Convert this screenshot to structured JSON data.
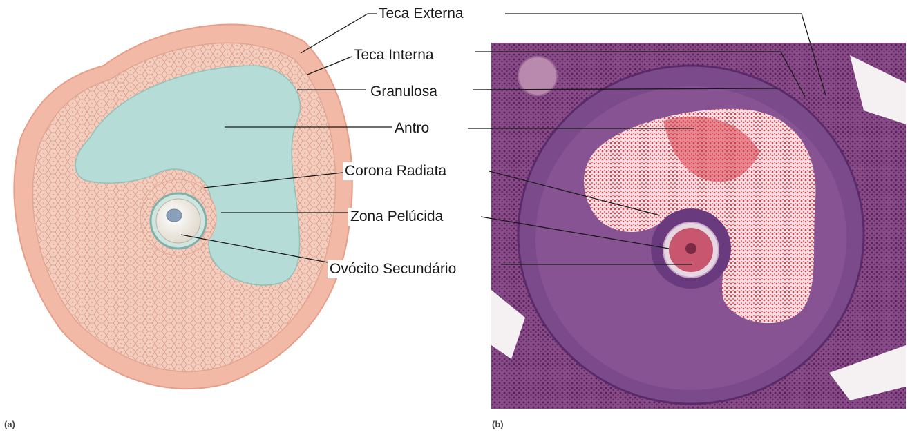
{
  "labels": {
    "teca_externa": "Teca Externa",
    "teca_interna": "Teca Interna",
    "granulosa": "Granulosa",
    "antro": "Antro",
    "corona_radiata": "Corona Radiata",
    "zona_pelucida": "Zona Pelúcida",
    "ovocito_secundario": "Ovócito Secundário"
  },
  "panels": {
    "a": "(a)",
    "b": "(b)"
  },
  "colors": {
    "theca": "#f1b9a6",
    "granulosa_fill": "#f3cdbd",
    "antrum": "#b5dcd6",
    "micrograph_tissue": "#8a3c72",
    "micrograph_granulosa": "#7a4a8a",
    "micrograph_antrum_fluid": "#f4e6ea",
    "micrograph_blood": "#d8404a",
    "oocyte": "#c8566e"
  }
}
